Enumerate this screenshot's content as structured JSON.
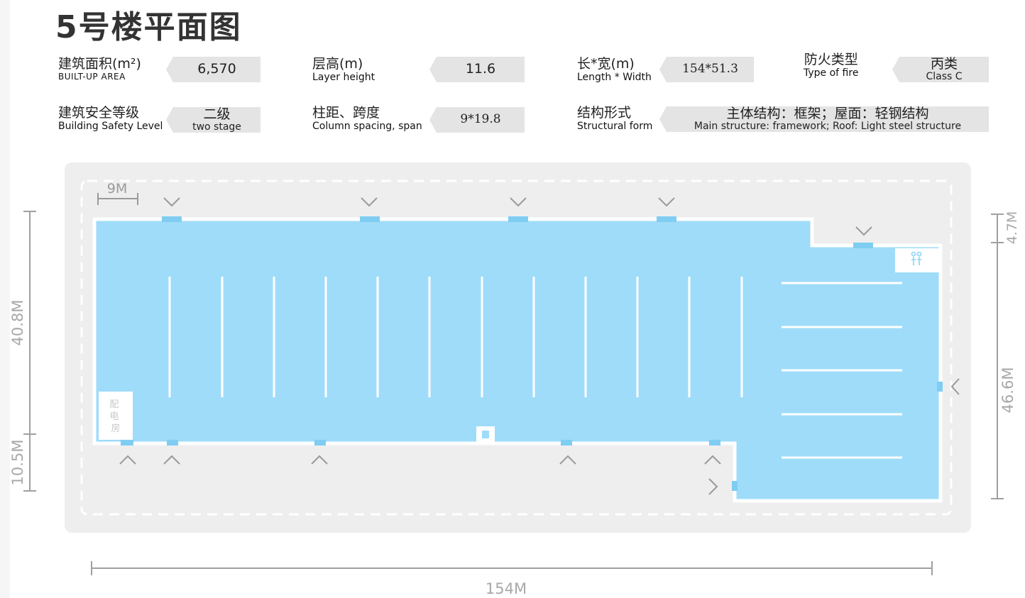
{
  "title": "5号楼平面图",
  "specs": {
    "area_cn": "建筑面积(m²)",
    "area_en": "BUILT-UP AREA",
    "area_val": "6,570",
    "height_cn": "层高(m)",
    "height_en": "Layer height",
    "height_val": "11.6",
    "lw_cn": "长*宽(m)",
    "lw_en": "Length * Width",
    "lw_val": "154*51.3",
    "fire_cn": "防火类型",
    "fire_en": "Type of fire",
    "fire_val_cn": "丙类",
    "fire_val_en": "Class C",
    "safety_cn": "建筑安全等级",
    "safety_en": "Building Safety Level",
    "safety_val_cn": "二级",
    "safety_val_en": "two stage",
    "column_cn": "柱距、跨度",
    "column_en": "Column spacing, span",
    "column_val": "9*19.8",
    "struct_cn": "结构形式",
    "struct_en": "Structural form",
    "struct_val_cn": "主体结构：框架；屋面：轻钢结构",
    "struct_val_en": "Main structure: framework; Roof: Light steel structure"
  },
  "plan": {
    "scale_label": "9M",
    "room_label": "配电房",
    "dim_left_top": "40.8M",
    "dim_left_bottom": "10.5M",
    "dim_right_top": "4.7M",
    "dim_right_bottom": "46.6M",
    "dim_bottom": "154M",
    "colors": {
      "floor": "#9fdcf9",
      "site": "#eeeeee",
      "wall": "#ffffff",
      "arrow": "#9a9a9a",
      "dimension": "#a0a0a0"
    },
    "icons": [
      "restroom-icon",
      "entrance-arrow-icon"
    ]
  }
}
